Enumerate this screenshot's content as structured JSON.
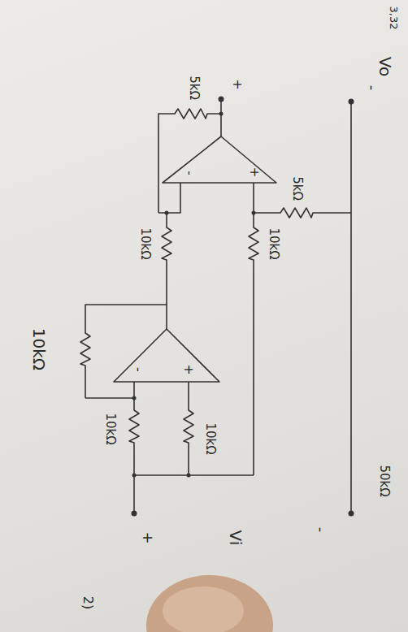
{
  "diagram": {
    "labels": [
      "10kΩ",
      "10kΩ",
      "10kΩ",
      "-",
      "+",
      "10kΩ",
      "5kΩ",
      "-",
      "+",
      "10kΩ",
      "5kΩ",
      "50kΩ",
      "+",
      "Vi",
      "-",
      "+",
      "Vo",
      "-",
      "2)",
      "3,32"
    ]
  }
}
